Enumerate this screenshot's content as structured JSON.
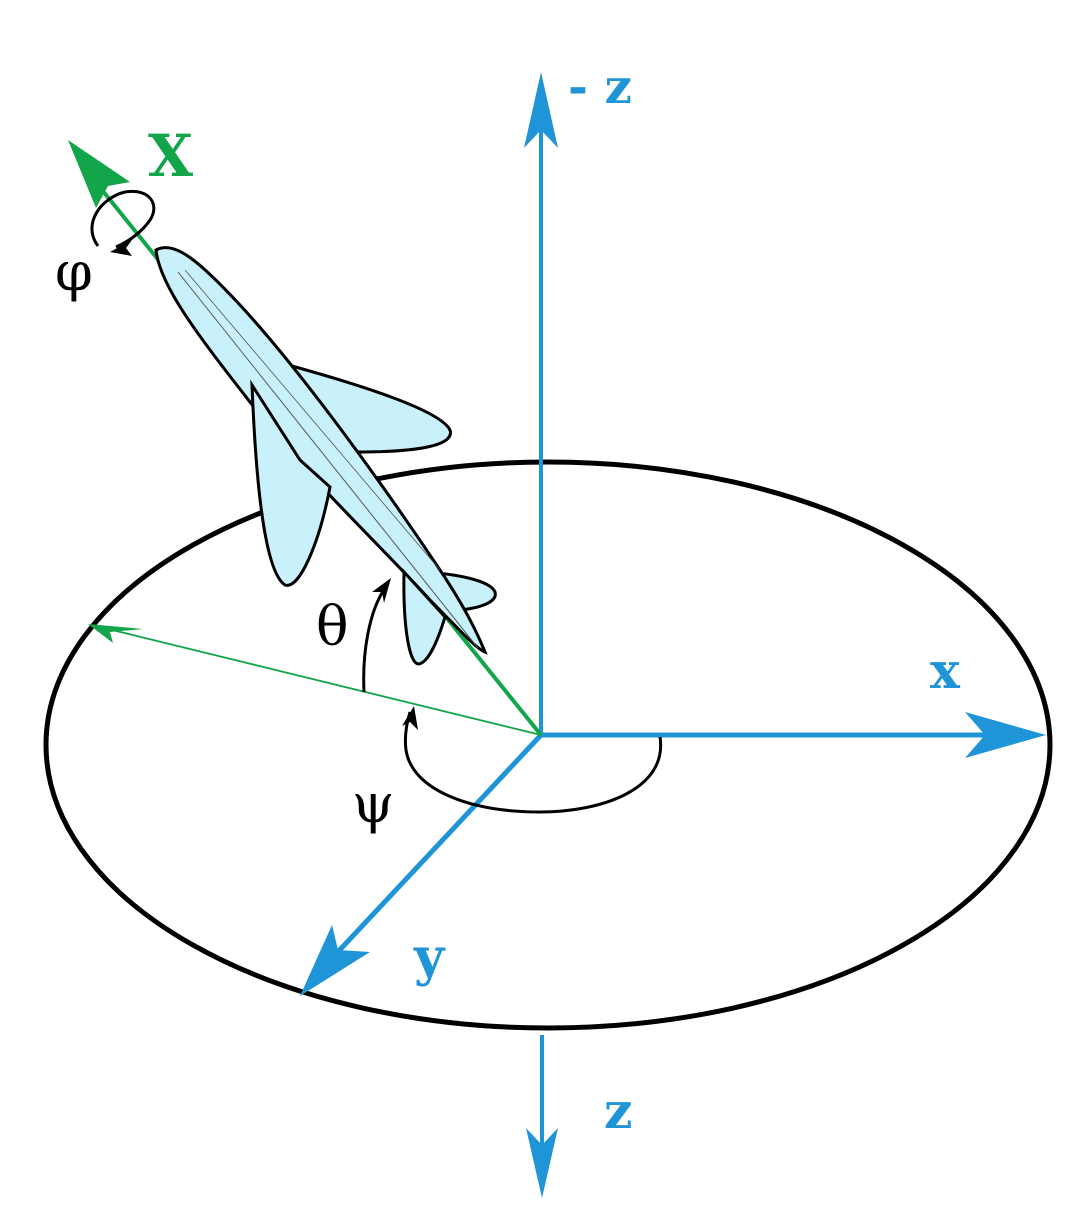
{
  "diagram": {
    "title": "Aircraft Euler angles relative to earth axes",
    "colors": {
      "earth_axes": "#1f94d6",
      "body_axis": "#12a54a",
      "aircraft_fill": "#c8f1fb",
      "outline": "#000000",
      "background": "#ffffff"
    },
    "labels": {
      "neg_z": "- z",
      "x_earth": "x",
      "y_earth": "y",
      "z_earth": "z",
      "x_body": "X",
      "roll": "φ",
      "pitch": "θ",
      "yaw": "ψ"
    },
    "elements": [
      {
        "name": "horizontal-plane-ellipse",
        "type": "ellipse"
      },
      {
        "name": "earth-x-axis",
        "direction": "right",
        "label": "x"
      },
      {
        "name": "earth-y-axis",
        "direction": "down-left",
        "label": "y"
      },
      {
        "name": "earth-z-axis",
        "direction": "down",
        "label": "z"
      },
      {
        "name": "earth-neg-z-axis",
        "direction": "up",
        "label": "- z"
      },
      {
        "name": "body-x-axis",
        "direction": "up-left",
        "label": "X"
      },
      {
        "name": "body-x-projection",
        "direction": "left (in plane)"
      },
      {
        "name": "roll-angle-arrow",
        "label": "φ"
      },
      {
        "name": "pitch-angle-arrow",
        "label": "θ"
      },
      {
        "name": "yaw-angle-arrow",
        "label": "ψ"
      },
      {
        "name": "aircraft",
        "type": "airplane illustration"
      }
    ]
  }
}
